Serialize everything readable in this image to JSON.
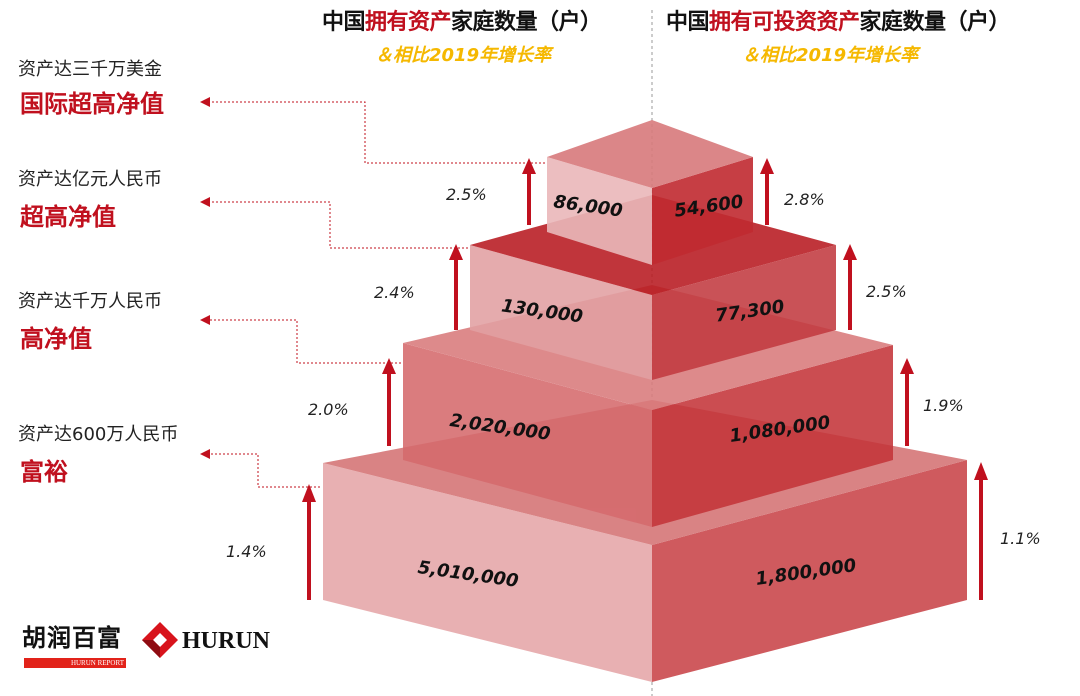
{
  "header": {
    "left_title": {
      "prefix": "中国",
      "highlight": "拥有资产",
      "suffix": "家庭数量（户）"
    },
    "right_title": {
      "prefix": "中国",
      "highlight": "拥有可投资资产",
      "suffix": "家庭数量（户）"
    },
    "subtitle": "＆相比2019年增长率"
  },
  "tiers": [
    {
      "threshold": "资产达三千万美金",
      "name": "国际超高净值",
      "assets_households": "86,000",
      "assets_growth": "2.5%",
      "investable_households": "54,600",
      "investable_growth": "2.8%"
    },
    {
      "threshold": "资产达亿元人民币",
      "name": "超高净值",
      "assets_households": "130,000",
      "assets_growth": "2.4%",
      "investable_households": "77,300",
      "investable_growth": "2.5%"
    },
    {
      "threshold": "资产达千万人民币",
      "name": "高净值",
      "assets_households": "2,020,000",
      "assets_growth": "2.0%",
      "investable_households": "1,080,000",
      "investable_growth": "1.9%"
    },
    {
      "threshold": "资产达600万人民币",
      "name": "富裕",
      "assets_households": "5,010,000",
      "assets_growth": "1.4%",
      "investable_households": "1,800,000",
      "investable_growth": "1.1%"
    }
  ],
  "logos": {
    "cn": "胡润百富",
    "report": "HURUN REPORT",
    "en": "HURUN"
  },
  "colors": {
    "accent": "#c0101e",
    "subtitle": "#f5b800",
    "light_face": "#e8b0b2",
    "dark_face": "#cc5055"
  }
}
